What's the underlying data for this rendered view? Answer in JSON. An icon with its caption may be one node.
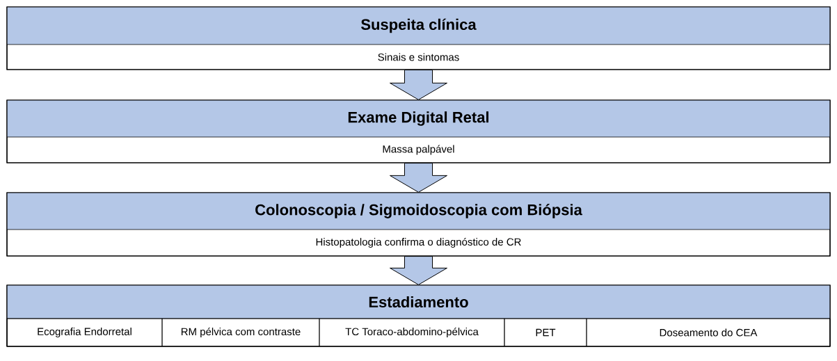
{
  "diagram": {
    "nodes": [
      {
        "text": [
          "Suspeita clínica",
          "Sinais e sintomas"
        ]
      },
      {
        "text": [
          "Exame Digital Retal",
          "Massa palpável"
        ]
      },
      {
        "text": [
          "Colonoscopia / Sigmoidoscopia com Biópsia",
          "Histopatologia confirma o diagnóstico de CR"
        ]
      },
      {
        "text": [
          "Estadiamento"
        ]
      },
      {
        "text": [
          "Ecografia Endorretal"
        ],
        "in": 3
      },
      {
        "text": [
          "RM pélvica com contraste"
        ],
        "in": 3
      },
      {
        "text": [
          "TC Toraco-abdomino-pélvica"
        ],
        "in": 3
      },
      {
        "text": [
          "PET"
        ],
        "in": 3
      },
      {
        "text": [
          "Doseamento do CEA"
        ],
        "in": 3
      }
    ],
    "edges": [
      {
        "from": 0,
        "to": 1,
        "arrow": "to"
      },
      {
        "from": 1,
        "to": 2,
        "arrow": "to"
      },
      {
        "from": 2,
        "to": 3,
        "arrow": "to"
      }
    ]
  }
}
